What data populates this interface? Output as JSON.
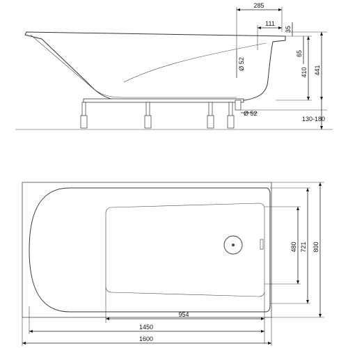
{
  "side_view": {
    "dims": {
      "d285": "285",
      "d111": "111",
      "d35": "35",
      "d65": "65",
      "d410": "410",
      "d441": "441",
      "d_pipe_top": "Ø 52",
      "d_pipe_bottom": "Ø 52",
      "d_height": "130-180"
    }
  },
  "top_view": {
    "dims": {
      "d480": "480",
      "d721": "721",
      "d800": "800",
      "d954": "954",
      "d1450": "1450",
      "d1600": "1600"
    }
  }
}
